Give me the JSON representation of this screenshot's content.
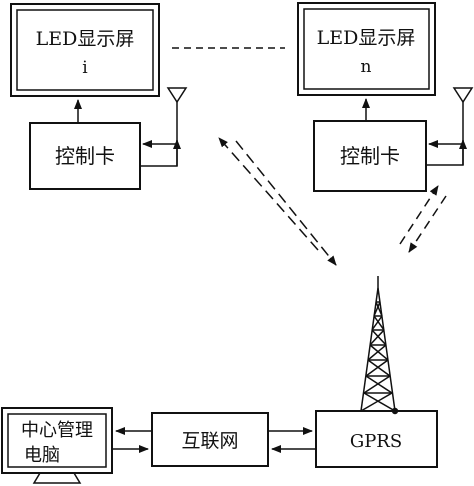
{
  "screens": [
    {
      "title": "LED显示屏",
      "index": "i"
    },
    {
      "title": "LED显示屏",
      "index": "n"
    }
  ],
  "control_cards": [
    {
      "label": "控制卡"
    },
    {
      "label": "控制卡"
    }
  ],
  "center_computer": {
    "line1": "中心管理",
    "line2": "电脑"
  },
  "internet": {
    "label": "互联网"
  },
  "gprs": {
    "label": "GPRS"
  }
}
